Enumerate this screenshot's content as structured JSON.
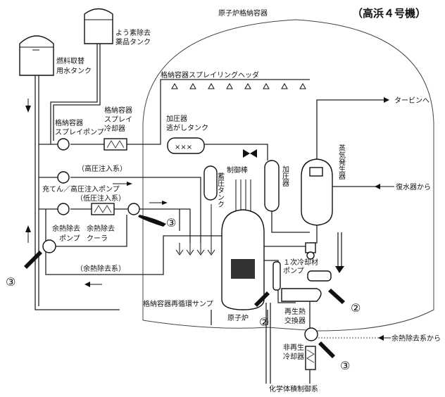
{
  "title": "（高浜４号機）",
  "containment": "原子炉格納容器",
  "tanks": {
    "iodine": [
      "よう素除去",
      "薬品タンク"
    ],
    "refueling": [
      "燃料取替",
      "用水タンク"
    ],
    "pressurizer_relief": [
      "加圧器",
      "逃がしタンク"
    ],
    "accumulator": "蓄圧タンク"
  },
  "spray": {
    "header": "格納容器スプレイリングヘッダ",
    "pump": [
      "格納容器",
      "スプレイポンプ"
    ],
    "cooler": [
      "格納容器",
      "スプレイ",
      "冷却器"
    ]
  },
  "systems": {
    "high_pressure": "（高圧注入系）",
    "charging_pump": "充てん／高圧注入ポンプ",
    "low_pressure": "（低圧注入系）",
    "rhr_pump": [
      "余熱除去",
      "ポンプ"
    ],
    "rhr_cooler": [
      "余熱除去",
      "クーラ"
    ],
    "rhr_system": "（余熱除去系）",
    "sump": "格納容器再循環サンプ",
    "cvcs": "化学体積制御系"
  },
  "components": {
    "pressurizer": "加圧器",
    "steam_generator": "蒸気発生器",
    "control_rod": "制御棒",
    "reactor": "原子炉",
    "rcp": [
      "１次冷却材",
      "ポンプ"
    ],
    "regen_hx": [
      "再生熱",
      "交換器"
    ],
    "nonregen_cooler": [
      "非再生",
      "冷却器"
    ]
  },
  "flows": {
    "to_turbine": "タービンへ",
    "from_condenser": "復水器から",
    "from_rhr": "余熱除去系から"
  },
  "markers": {
    "left_rhr": "③",
    "lpi_valve": "③",
    "rcp_left": "②",
    "rcp_right": "②",
    "nonregen": "③"
  }
}
